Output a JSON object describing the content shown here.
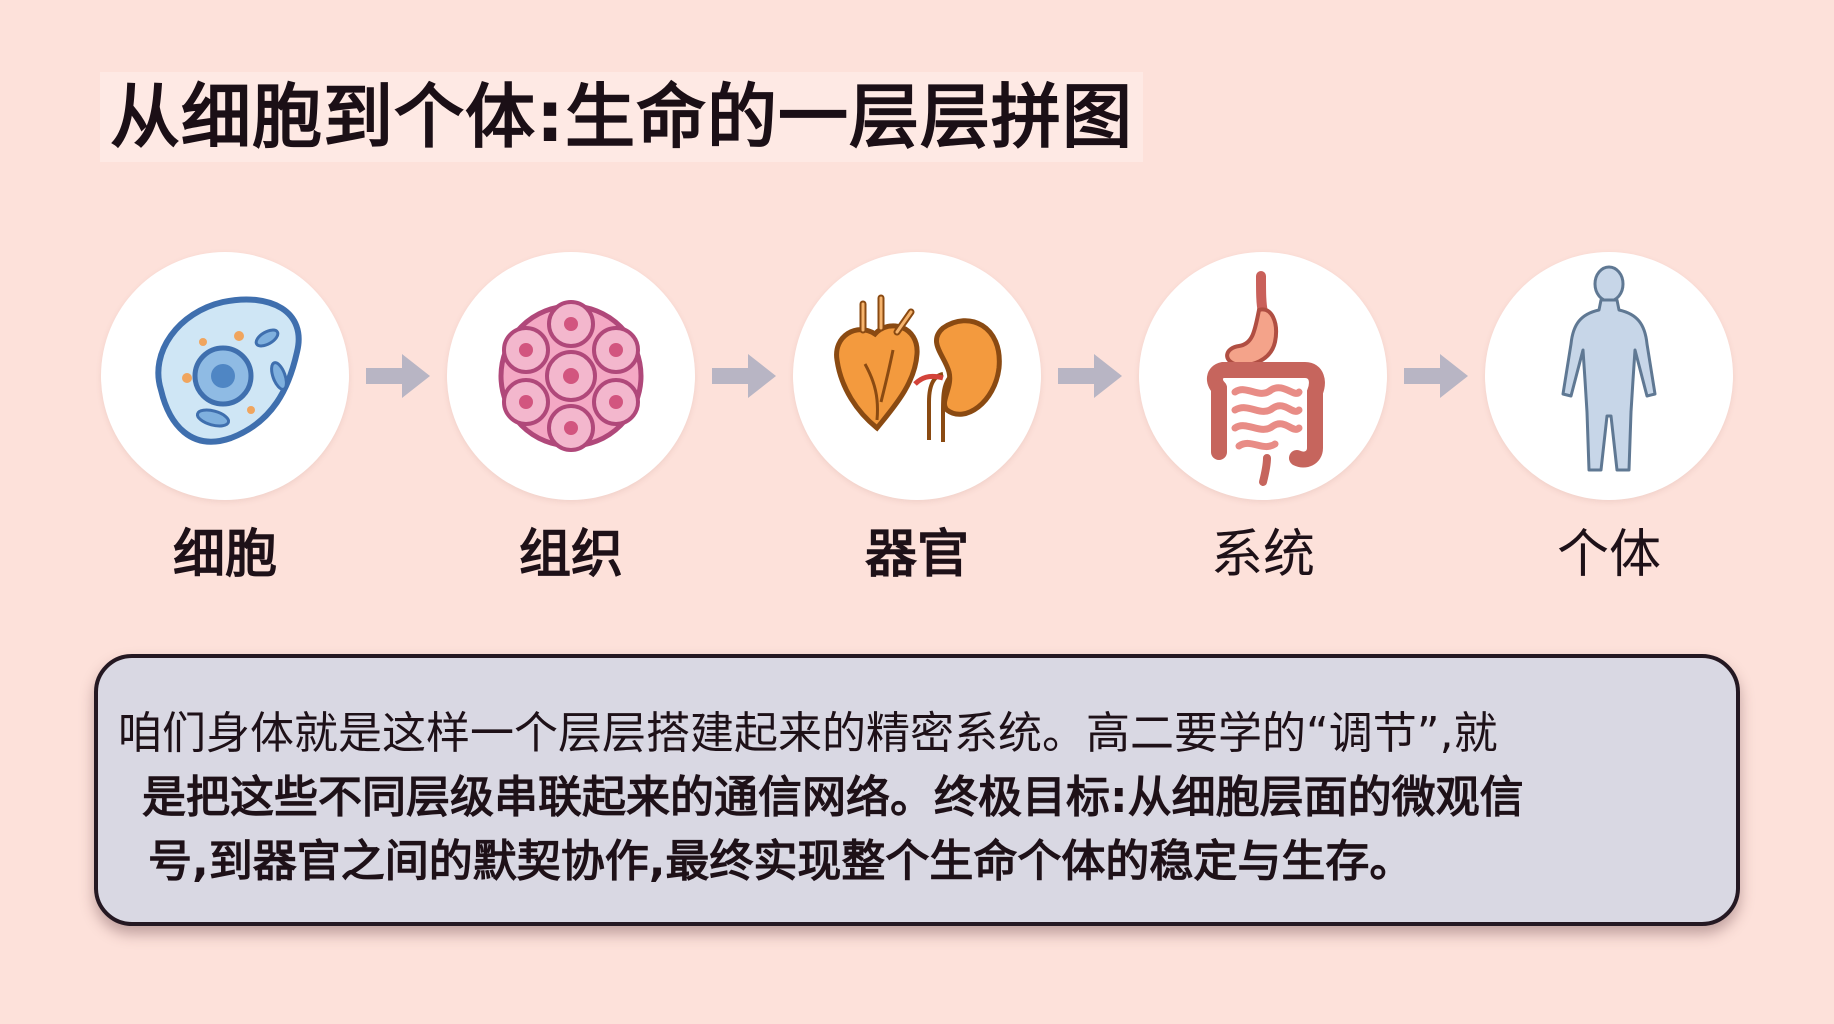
{
  "title": "从细胞到个体:生命的一层层拼图",
  "stages": [
    {
      "label": "细胞",
      "icon": "cell-icon"
    },
    {
      "label": "组织",
      "icon": "tissue-icon"
    },
    {
      "label": "器官",
      "icon": "heart-kidney-icon"
    },
    {
      "label": "系统",
      "icon": "digestive-system-icon"
    },
    {
      "label": "个体",
      "icon": "human-body-icon"
    }
  ],
  "description": {
    "line1": "咱们身体就是这样一个层层搭建起来的精密系统。高二要学的“调节”,就",
    "line2": "是把这些不同层级串联起来的通信网络。终极目标:从细胞层面的微观信",
    "line3": "号,到器官之间的默契协作,最终实现整个生命个体的稳定与生存。"
  },
  "colors": {
    "background": "#fde1da",
    "box_fill": "#d9d8e3",
    "box_border": "#241822",
    "arrow": "#b8b5c4"
  }
}
